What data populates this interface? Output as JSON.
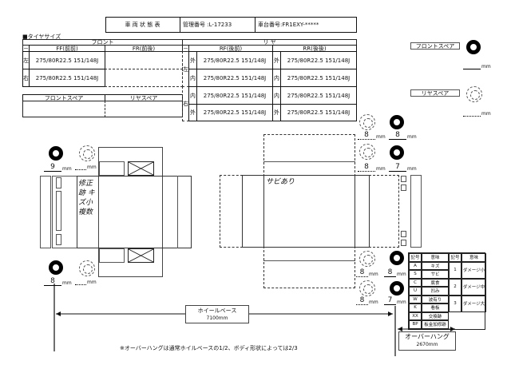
{
  "header": {
    "title": "車 両 状 態 表",
    "mgmt_no": "管理番号 :L-17233",
    "chassis_no": "車台番号:FR1EXY-*****"
  },
  "tire_section_label": "■タイヤサイズ",
  "front": {
    "label": "フロント",
    "dash": "－",
    "ff": "FF(前前)",
    "fr": "FR(前後)",
    "rows": [
      {
        "side": "左",
        "ff": "275/80R22.5 151/148J",
        "fr": ""
      },
      {
        "side": "右",
        "ff": "275/80R22.5 151/148J",
        "fr": ""
      }
    ]
  },
  "rear": {
    "label": "リ ヤ",
    "dash": "－",
    "rf": "RF(後前)",
    "rr": "RR(後後)",
    "left": "左",
    "right": "右",
    "rows": [
      {
        "pos": "外",
        "rf": "275/80R22.5 151/148J",
        "pos2": "外",
        "rr": "275/80R22.5 151/148J"
      },
      {
        "pos": "内",
        "rf": "275/80R22.5 151/148J",
        "pos2": "内",
        "rr": "275/80R22.5 151/148J"
      },
      {
        "pos": "内",
        "rf": "275/80R22.5 151/148J",
        "pos2": "内",
        "rr": "275/80R22.5 151/148J"
      },
      {
        "pos": "外",
        "rf": "275/80R22.5 151/148J",
        "pos2": "外",
        "rr": "275/80R22.5 151/148J"
      }
    ]
  },
  "spare_table": {
    "front": "フロントスペア",
    "rear": "リヤスペア"
  },
  "spare_side": {
    "front": "フロントスペア",
    "rear": "リヤスペア",
    "unit": "mm"
  },
  "front_diagram": {
    "top_depth": "9",
    "bottom_depth": "8",
    "unit": "mm",
    "note": "修正跡 キズ小 複数"
  },
  "rear_diagram": {
    "note": "サビあり",
    "depths": [
      "8",
      "8",
      "8",
      "7",
      "8",
      "8",
      "8",
      "7"
    ],
    "unit": "mm"
  },
  "legend": {
    "h_sym": "記号",
    "h_mean": "意味",
    "rows": [
      [
        "A",
        "キズ"
      ],
      [
        "S",
        "サビ"
      ],
      [
        "C",
        "腐食"
      ],
      [
        "U",
        "凹み"
      ],
      [
        "W",
        "波有り"
      ],
      [
        "K",
        "看板"
      ],
      [
        "XX",
        "交換跡"
      ],
      [
        "BP",
        "板金加修跡"
      ]
    ],
    "levels": [
      [
        "1",
        "ダメージ小"
      ],
      [
        "2",
        "ダメージ中"
      ],
      [
        "3",
        "ダメージ大"
      ]
    ]
  },
  "wheelbase": {
    "label": "ホイールベース",
    "value": "7100mm"
  },
  "overhang": {
    "label": "オーバーハング",
    "value": "2670mm"
  },
  "footnote": "※オーバーハングは通常ホイルベースの1/2、ボディ形状によっては2/3"
}
